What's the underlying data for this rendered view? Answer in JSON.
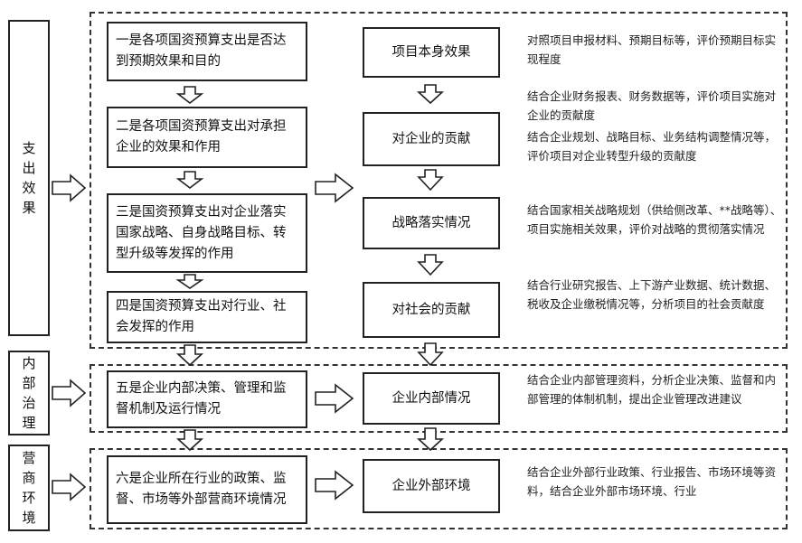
{
  "sections": [
    {
      "label": "支出效果"
    },
    {
      "label": "内部治理"
    },
    {
      "label": "营商环境"
    }
  ],
  "left_boxes": [
    {
      "text": "一是各项国资预算支出是否达到预期效果和目的"
    },
    {
      "text": "二是各项国资预算支出对承担企业的效果和作用"
    },
    {
      "text": "三是国资预算支出对企业落实国家战略、自身战略目标、转型升级等发挥的作用"
    },
    {
      "text": "四是国资预算支出对行业、社会发挥的作用"
    },
    {
      "text": "五是企业内部决策、管理和监督机制及运行情况"
    },
    {
      "text": "六是企业所在行业的政策、监督、市场等外部营商环境情况"
    }
  ],
  "middle_boxes": [
    {
      "text": "项目本身效果"
    },
    {
      "text": "对企业的贡献"
    },
    {
      "text": "战略落实情况"
    },
    {
      "text": "对社会的贡献"
    },
    {
      "text": "企业内部情况"
    },
    {
      "text": "企业外部环境"
    }
  ],
  "descriptions": [
    {
      "text": "对照项目申报材料、预期目标等，评价预期目标实现程度"
    },
    {
      "text": "结合企业财务报表、财务数据等，评价项目实施对企业的贡献度"
    },
    {
      "text": "结合企业规划、战略目标、业务结构调整情况等，评价项目对企业转型升级的贡献度"
    },
    {
      "text": "结合国家相关战略规划（供给侧改革、**战略等）、项目实施相关效果，评价对战略的贯彻落实情况"
    },
    {
      "text": "结合行业研究报告、上下游产业数据、统计数据、税收及企业缴税情况等，分析项目的社会贡献度"
    },
    {
      "text": "结合企业内部管理资料，分析企业决策、监督和内部管理的体制机制，提出企业管理改进建议"
    },
    {
      "text": "结合企业外部行业政策、行业报告、市场环境等资料，结合企业外部市场环境、行业"
    }
  ]
}
